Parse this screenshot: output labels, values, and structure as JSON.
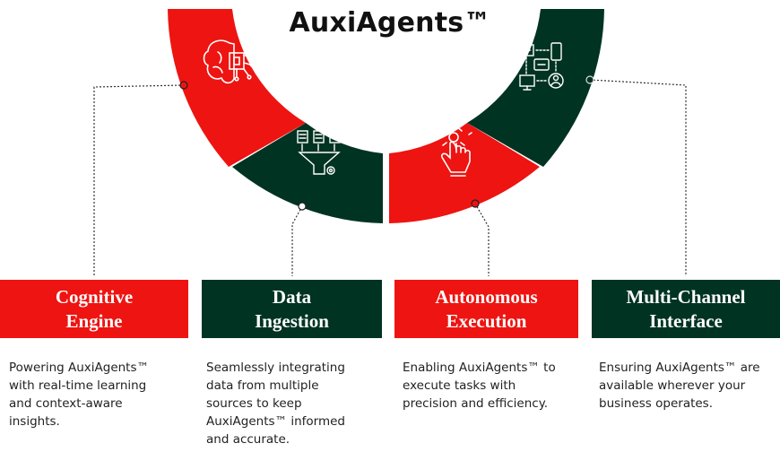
{
  "title": "AuxiAgents™",
  "colors": {
    "red": "#ee1411",
    "green": "#003322"
  },
  "cards": [
    {
      "id": "cognitive",
      "color": "red",
      "icon": "brain-chip-icon",
      "title_line1": "Cognitive",
      "title_line2": "Engine",
      "description": [
        "Powering AuxiAgents™",
        "with real-time learning",
        "and context-aware",
        "insights."
      ]
    },
    {
      "id": "ingestion",
      "color": "green",
      "icon": "data-funnel-icon",
      "title_line1": "Data",
      "title_line2": "Ingestion",
      "description": [
        "Seamlessly integrating",
        "data from multiple",
        "sources to keep",
        "AuxiAgents™ informed",
        "and accurate."
      ]
    },
    {
      "id": "autonomous",
      "color": "red",
      "icon": "robot-hand-icon",
      "title_line1": "Autonomous",
      "title_line2": "Execution",
      "description": [
        "Enabling AuxiAgents™ to",
        "execute tasks with",
        "precision and efficiency."
      ]
    },
    {
      "id": "multichannel",
      "color": "green",
      "icon": "multichannel-devices-icon",
      "title_line1": "Multi-Channel",
      "title_line2": "Interface",
      "description": [
        "Ensuring AuxiAgents™ are",
        "available wherever your",
        "business operates."
      ]
    }
  ]
}
